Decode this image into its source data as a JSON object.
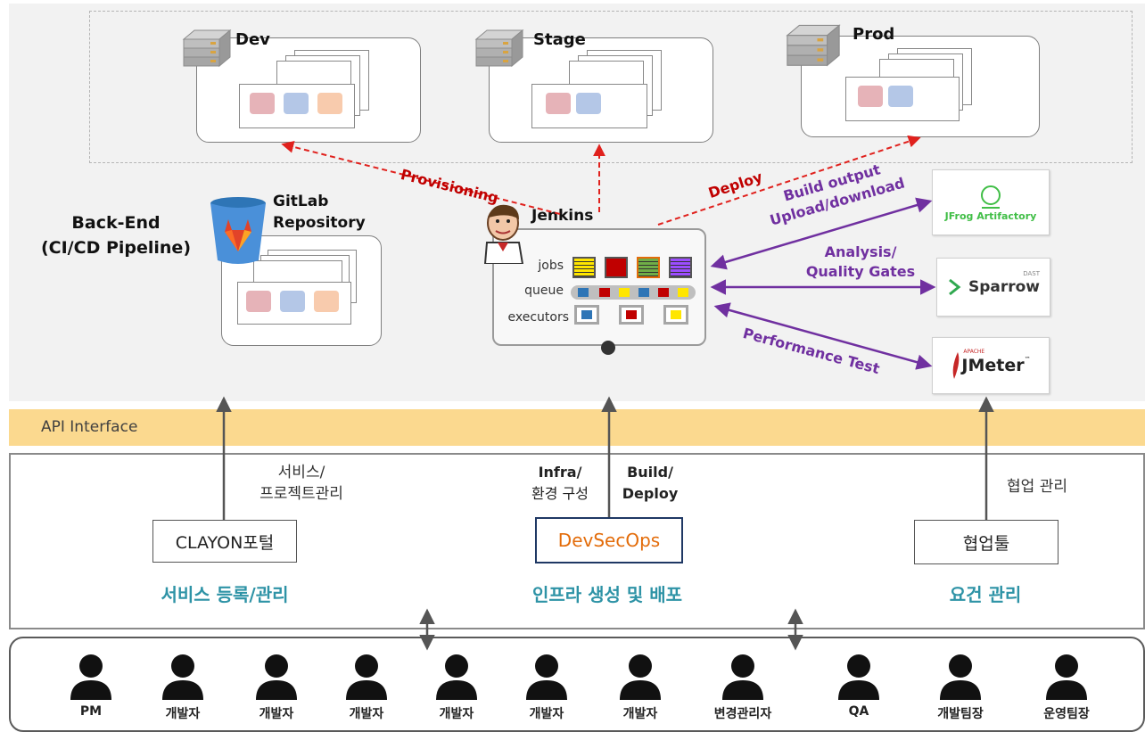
{
  "environments": [
    {
      "name": "Dev"
    },
    {
      "name": "Stage"
    },
    {
      "name": "Prod"
    }
  ],
  "backend": {
    "title_line1": "Back-End",
    "title_line2": "(CI/CD Pipeline)"
  },
  "gitlab": {
    "line1": "GitLab",
    "line2": "Repository"
  },
  "jenkins": {
    "title": "Jenkins",
    "jobs_label": "jobs",
    "queue_label": "queue",
    "executors_label": "executors"
  },
  "flows": {
    "provisioning": "Provisioning",
    "deploy": "Deploy",
    "build_output_line1": "Build output",
    "build_output_line2": "Upload/download",
    "analysis_line1": "Analysis/",
    "analysis_line2": "Quality Gates",
    "performance": "Performance Test"
  },
  "tools": {
    "artifactory": "JFrog Artifactory",
    "sparrow": "Sparrow",
    "sparrow_tag": "DAST",
    "jmeter_prefix": "APACHE",
    "jmeter": "JMeter"
  },
  "api_interface": "API Interface",
  "services": [
    {
      "note_line1": "서비스/",
      "note_line2": "프로젝트관리",
      "box": "CLAYON포털",
      "caption": "서비스 등록/관리"
    },
    {
      "note_left_line1": "Infra/",
      "note_left_line2": "환경 구성",
      "note_right_line1": "Build/",
      "note_right_line2": "Deploy",
      "box": "DevSecOps",
      "caption": "인프라 생성 및 배포"
    },
    {
      "note_line1": "협업 관리",
      "box": "협업툴",
      "caption": "요건 관리"
    }
  ],
  "users": [
    "PM",
    "개발자",
    "개발자",
    "개발자",
    "개발자",
    "개발자",
    "개발자",
    "변경관리자",
    "QA",
    "개발팀장",
    "운영팀장"
  ],
  "colors": {
    "provision_arrow": "#e0211d",
    "tool_arrow": "#7030a0",
    "caption": "#2e93a6",
    "devsecops": "#e36c0a",
    "api_band": "#fbd98f"
  }
}
